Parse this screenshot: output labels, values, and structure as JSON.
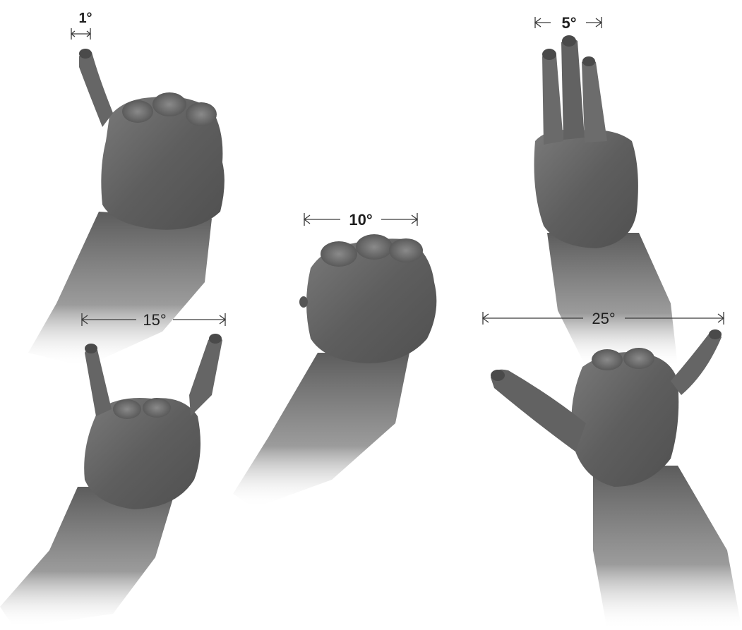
{
  "measures": [
    {
      "id": "one-degree",
      "label": "1°",
      "gesture": "little-finger"
    },
    {
      "id": "five-degrees",
      "label": "5°",
      "gesture": "three-fingers"
    },
    {
      "id": "ten-degrees",
      "label": "10°",
      "gesture": "fist"
    },
    {
      "id": "fifteen-degrees",
      "label": "15°",
      "gesture": "index-to-little-finger"
    },
    {
      "id": "twenty-five-degrees",
      "label": "25°",
      "gesture": "thumb-to-little-finger"
    }
  ],
  "colors": {
    "background": "#ffffff",
    "skin": "#6b6b6b",
    "skin_shadow": "#4a4a4a",
    "text": "#1e1e1e",
    "line": "#3a3a3a"
  }
}
